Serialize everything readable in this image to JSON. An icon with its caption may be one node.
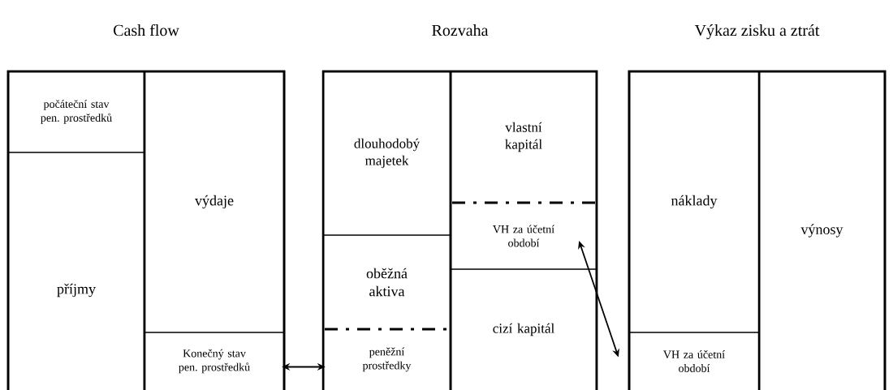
{
  "diagram": {
    "nodes": [
      {
        "text": [
          "Cash flow"
        ]
      },
      {
        "text": [
          "počáteční stav pen. prostředků"
        ],
        "in": 0
      },
      {
        "text": [
          "příjmy"
        ],
        "in": 0
      },
      {
        "text": [
          "výdaje"
        ],
        "in": 0
      },
      {
        "text": [
          "Konečný stav pen. prostředků"
        ],
        "in": 0
      },
      {
        "text": [
          "Rozvaha"
        ]
      },
      {
        "text": [
          "dlouhodobý majetek"
        ],
        "in": 5
      },
      {
        "text": [
          "oběžná aktiva"
        ],
        "in": 5
      },
      {
        "text": [
          "peněžní prostředky"
        ],
        "in": 5
      },
      {
        "text": [
          "vlastní kapitál"
        ],
        "in": 5
      },
      {
        "text": [
          "VH za účetní období"
        ],
        "in": 5
      },
      {
        "text": [
          "cizí kapitál"
        ],
        "in": 5
      },
      {
        "text": [
          "Výkaz zisku a ztrát"
        ]
      },
      {
        "text": [
          "náklady"
        ],
        "in": 12
      },
      {
        "text": [
          "VH za účetní období"
        ],
        "in": 12
      },
      {
        "text": [
          "výnosy"
        ],
        "in": 12
      }
    ],
    "edges": [
      {
        "from": 4,
        "to": 8,
        "arrow": "both"
      },
      {
        "from": 10,
        "to": 14,
        "arrow": "both"
      }
    ]
  }
}
